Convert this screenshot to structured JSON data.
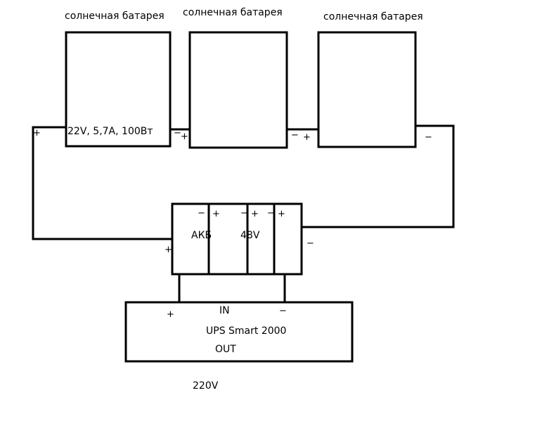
{
  "panels": [
    {
      "title": "солнечная батарея",
      "spec": "22V, 5,7A, 100Вт"
    },
    {
      "title": "солнечная батарея"
    },
    {
      "title": "солнечная батарея"
    }
  ],
  "battery": {
    "label": "АКБ",
    "voltage": "48V"
  },
  "ups": {
    "in_label": "IN",
    "name": "UPS Smart 2000",
    "out_label": "OUT"
  },
  "output_voltage": "220V",
  "signs": {
    "plus": "+",
    "minus": "−"
  }
}
